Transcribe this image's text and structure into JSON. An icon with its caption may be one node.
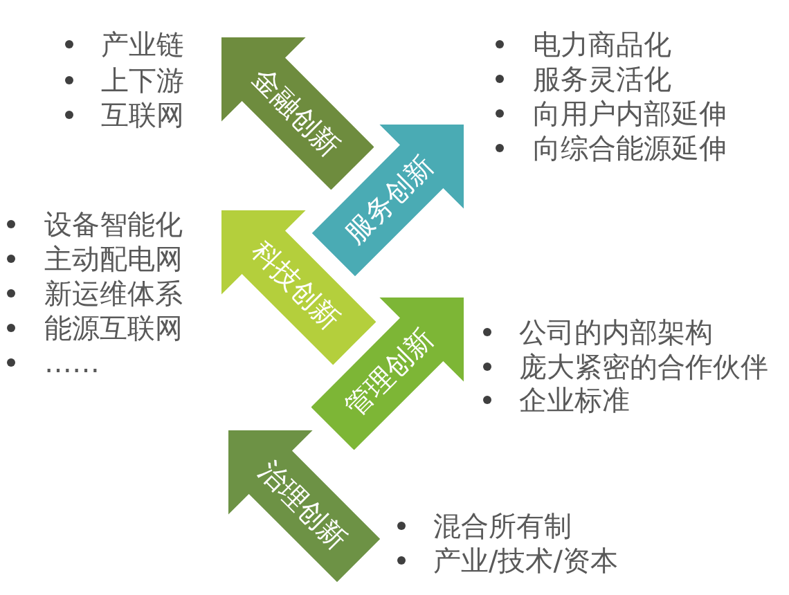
{
  "diagram": {
    "nodes": [
      {
        "text": [
          "金融创新"
        ],
        "beside": [
          "产业链",
          "上下游",
          "互联网"
        ]
      },
      {
        "text": [
          "服务创新"
        ],
        "beside": [
          "电力商品化",
          "服务灵活化",
          "向用户内部延伸",
          "向综合能源延伸"
        ]
      },
      {
        "text": [
          "科技创新"
        ],
        "beside": [
          "设备智能化",
          "主动配电网",
          "新运维体系",
          "能源互联网",
          "……"
        ]
      },
      {
        "text": [
          "管理创新"
        ],
        "beside": [
          "公司的内部架构",
          "庞大紧密的合作伙伴",
          "企业标准"
        ]
      },
      {
        "text": [
          "治理创新"
        ],
        "beside": [
          "混合所有制",
          "产业/技术/资本"
        ]
      }
    ]
  }
}
